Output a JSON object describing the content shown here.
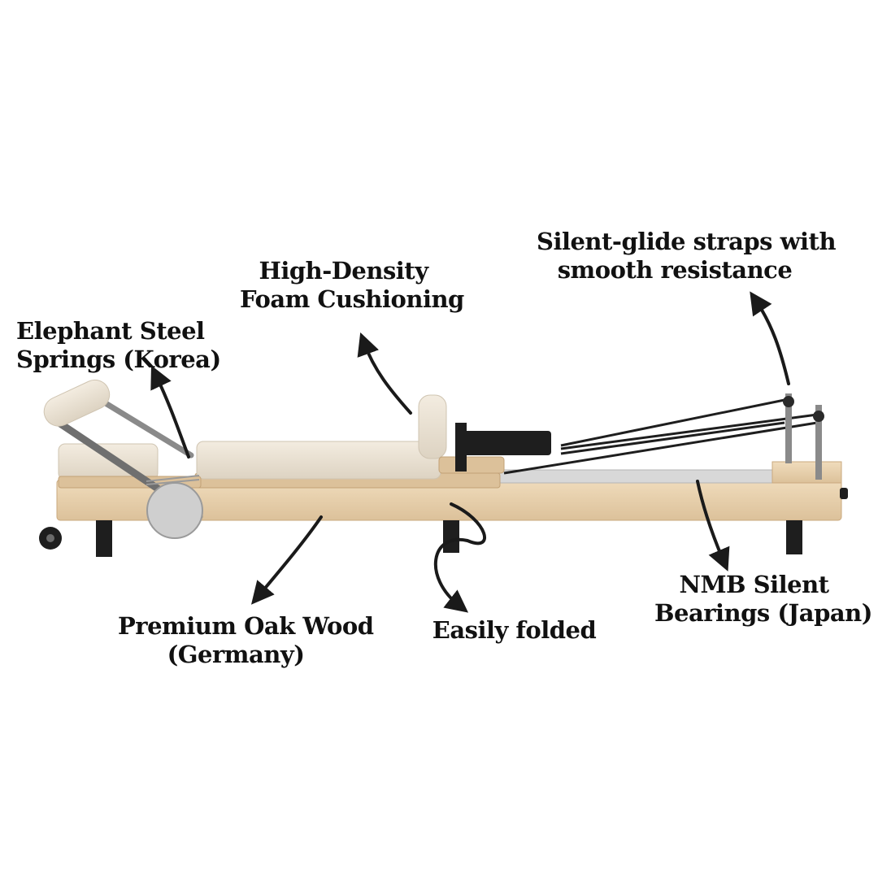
{
  "callouts": {
    "springs": {
      "line1": "Elephant Steel",
      "line2": "Springs (Korea)"
    },
    "foam": {
      "line1": "High-Density",
      "line2": "Foam Cushioning"
    },
    "straps": {
      "line1": "Silent-glide straps with",
      "line2": "smooth resistance"
    },
    "wood": {
      "line1": "Premium Oak Wood",
      "line2": "(Germany)"
    },
    "folded": {
      "line1": "Easily folded"
    },
    "bearings": {
      "line1": "NMB Silent",
      "line2": "Bearings (Japan)"
    }
  },
  "colors": {
    "background": "#ffffff",
    "text": "#111111",
    "arrow": "#1a1a1a",
    "maple_wood": "#e9d4b4",
    "cushion": "#ece4d4",
    "steel": "#8a8a8a",
    "black_parts": "#1e1e1e"
  }
}
